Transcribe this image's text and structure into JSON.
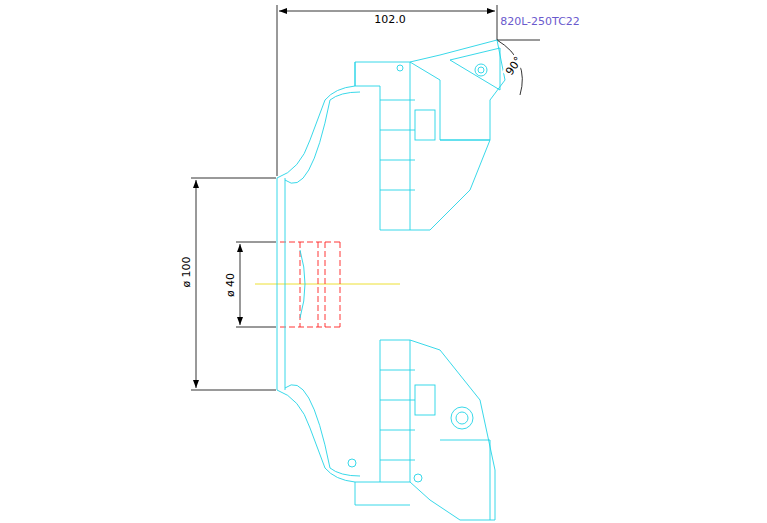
{
  "diagram": {
    "labels": [
      "102.0",
      "820L-250TC22",
      "90°",
      "ø 100",
      "ø 40"
    ]
  }
}
